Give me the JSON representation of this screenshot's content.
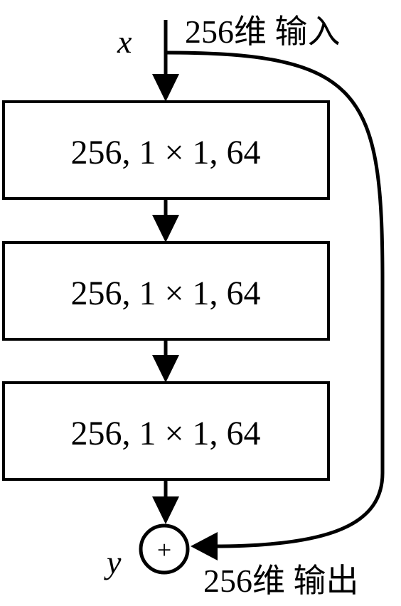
{
  "diagram": {
    "input_variable": "x",
    "output_variable": "y",
    "input_label": "256维 输入",
    "output_label": "256维 输出",
    "operator_symbol": "+",
    "blocks": [
      {
        "label": "256, 1 × 1, 64"
      },
      {
        "label": "256, 1 × 1, 64"
      },
      {
        "label": "256, 1 × 1, 64"
      }
    ],
    "stroke_color": "#000000",
    "background_color": "#ffffff"
  }
}
